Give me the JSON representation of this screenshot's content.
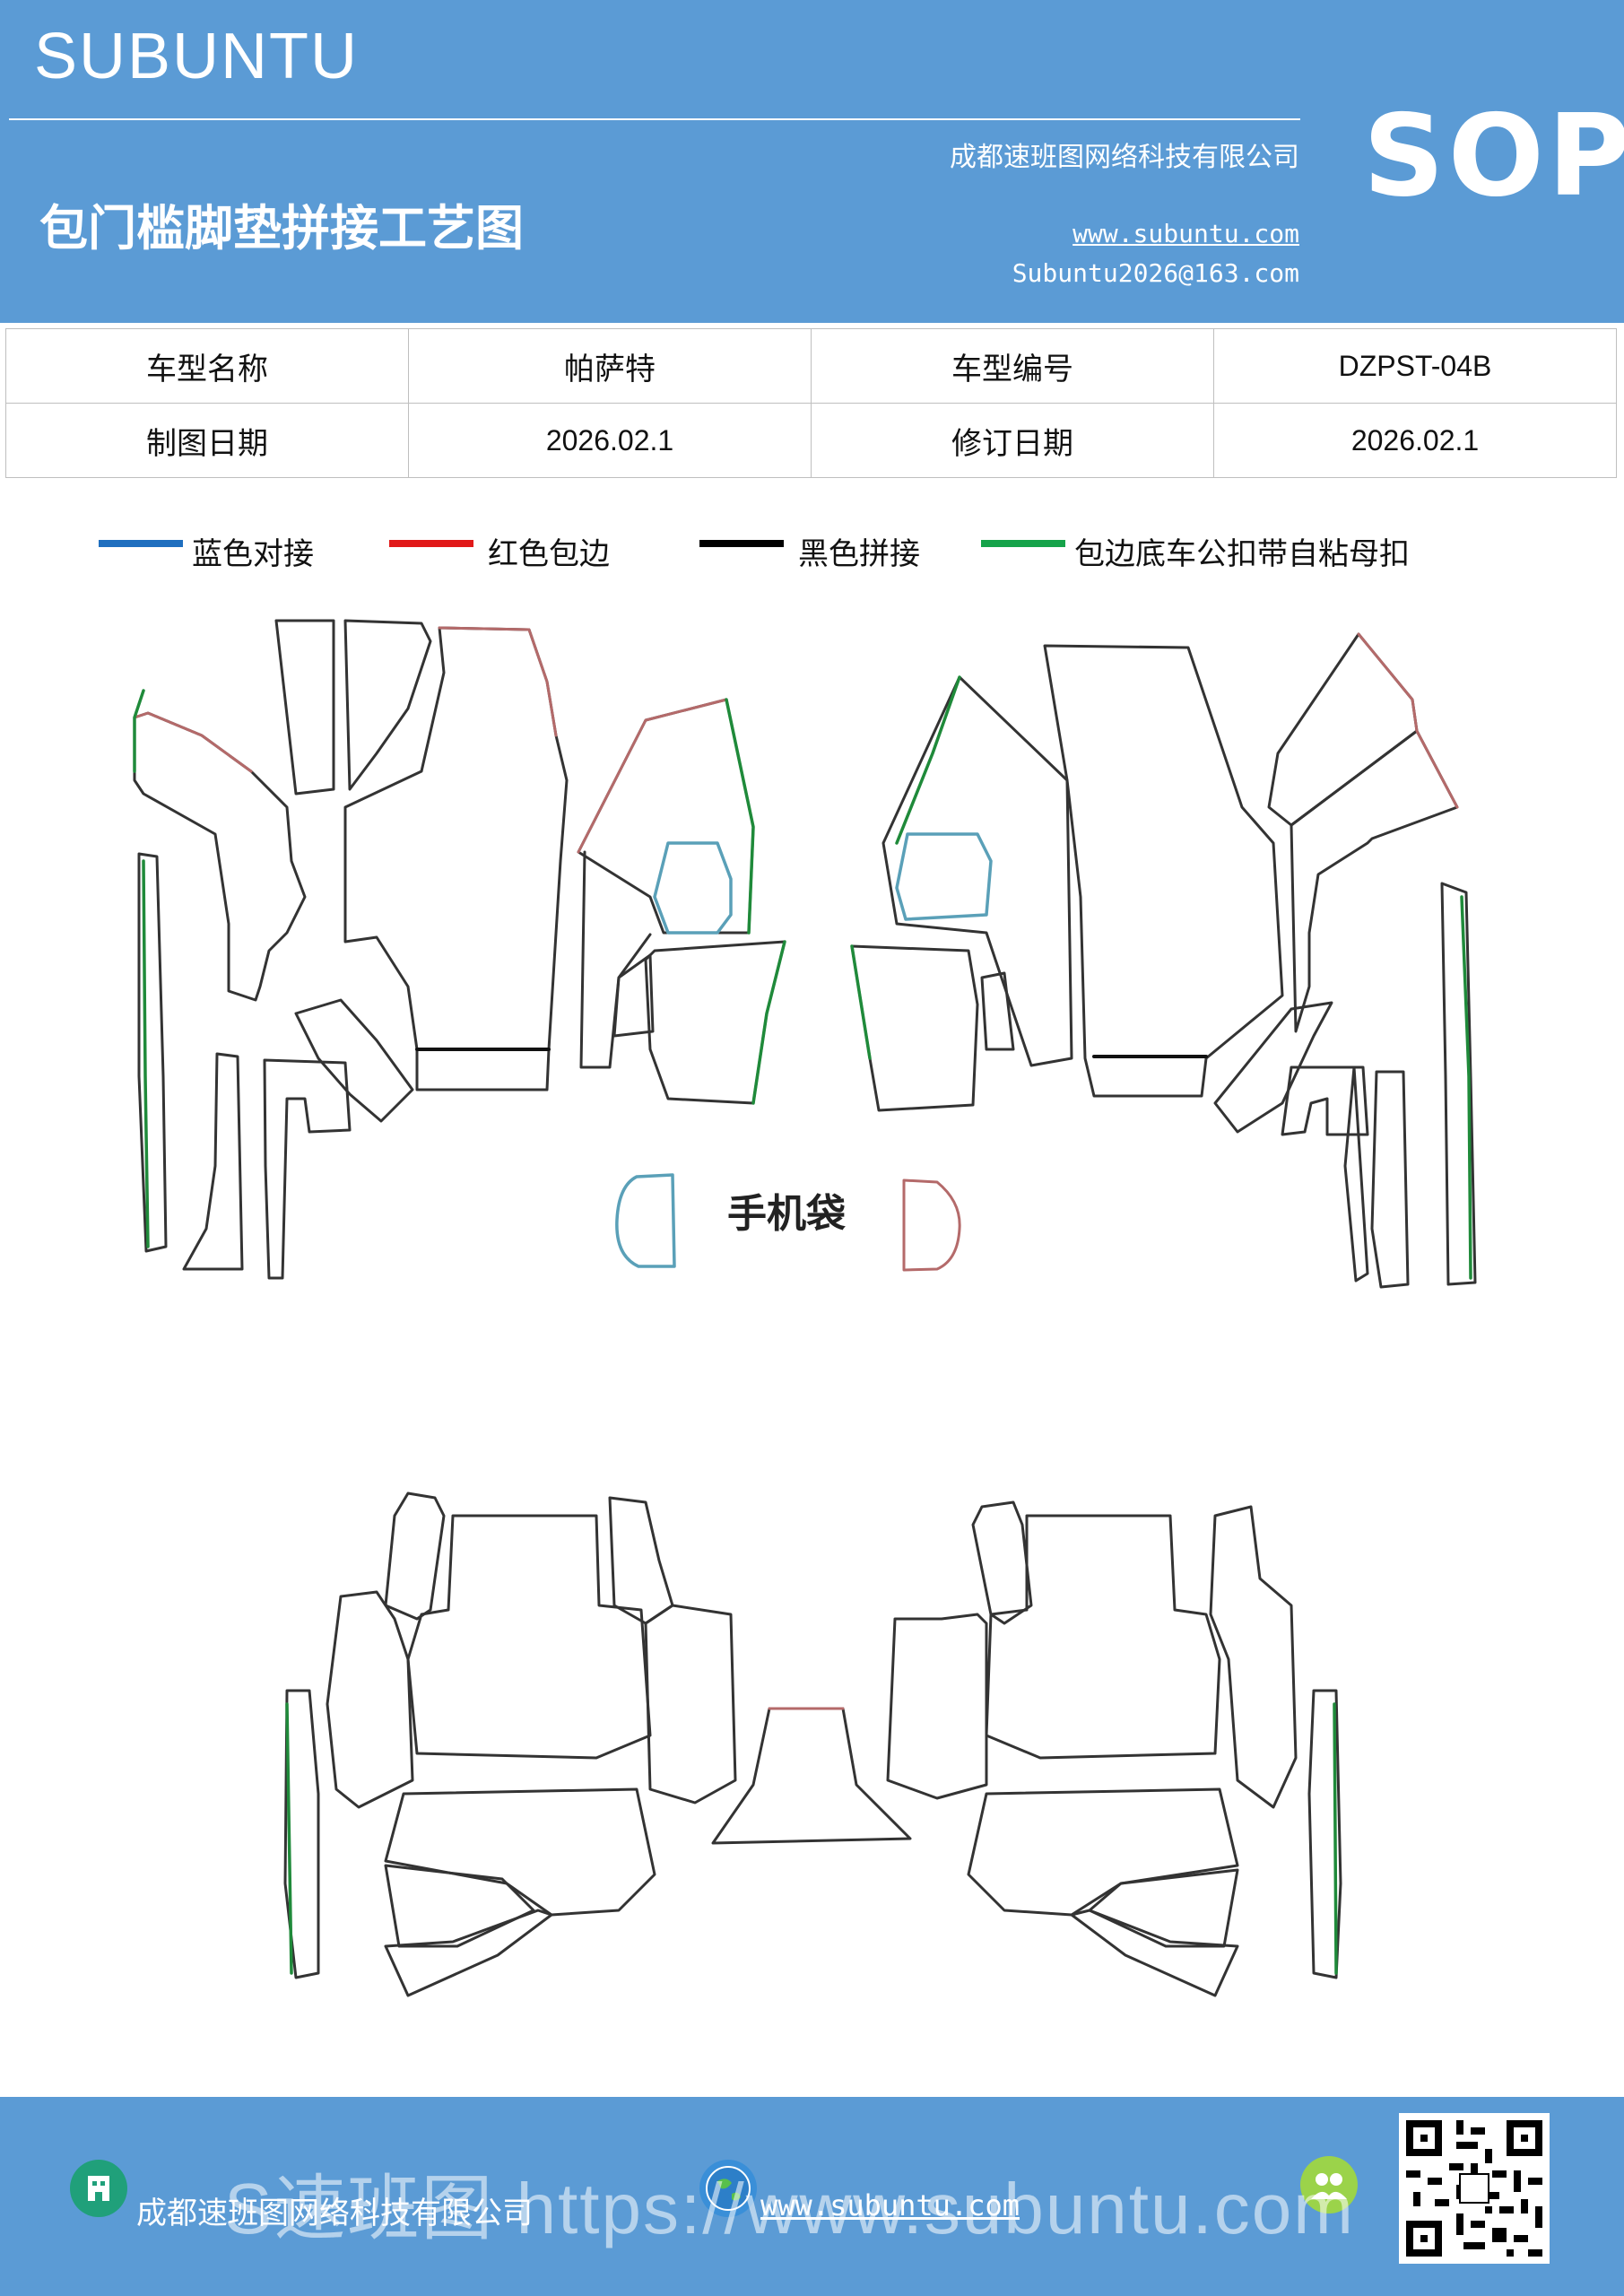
{
  "header": {
    "brand": "SUBUNTU",
    "badge": "SOP",
    "title": "包门槛脚垫拼接工艺图",
    "company": "成都速班图网络科技有限公司",
    "url": "www.subuntu.com",
    "email": "Subuntu2026@163.com"
  },
  "info_table": {
    "rows": [
      {
        "label1": "车型名称",
        "value1": "帕萨特",
        "label2": "车型编号",
        "value2": "DZPST-04B"
      },
      {
        "label1": "制图日期",
        "value1": "2026.02.1",
        "label2": "修订日期",
        "value2": "2026.02.1"
      }
    ]
  },
  "legend": [
    {
      "label": "蓝色对接",
      "color": "#1f6fbf"
    },
    {
      "label": "红色包边",
      "color": "#e11919"
    },
    {
      "label": "黑色拼接",
      "color": "#000000"
    },
    {
      "label": "包边底车公扣带自粘母扣",
      "color": "#16a34a"
    }
  ],
  "diagram": {
    "phone_bag_label": "手机袋",
    "colors": {
      "outline": "#333333",
      "edge": "#b46a6a",
      "green": "#1f8a3a",
      "blue": "#5aa0b8",
      "black": "#111111"
    }
  },
  "footer": {
    "company": "成都速班图网络科技有限公司",
    "url": "www.subuntu.com",
    "watermark": "S速班图 https://www.subuntu.com",
    "icons": [
      "building-icon",
      "globe-icon",
      "people-icon",
      "qr-code"
    ]
  }
}
